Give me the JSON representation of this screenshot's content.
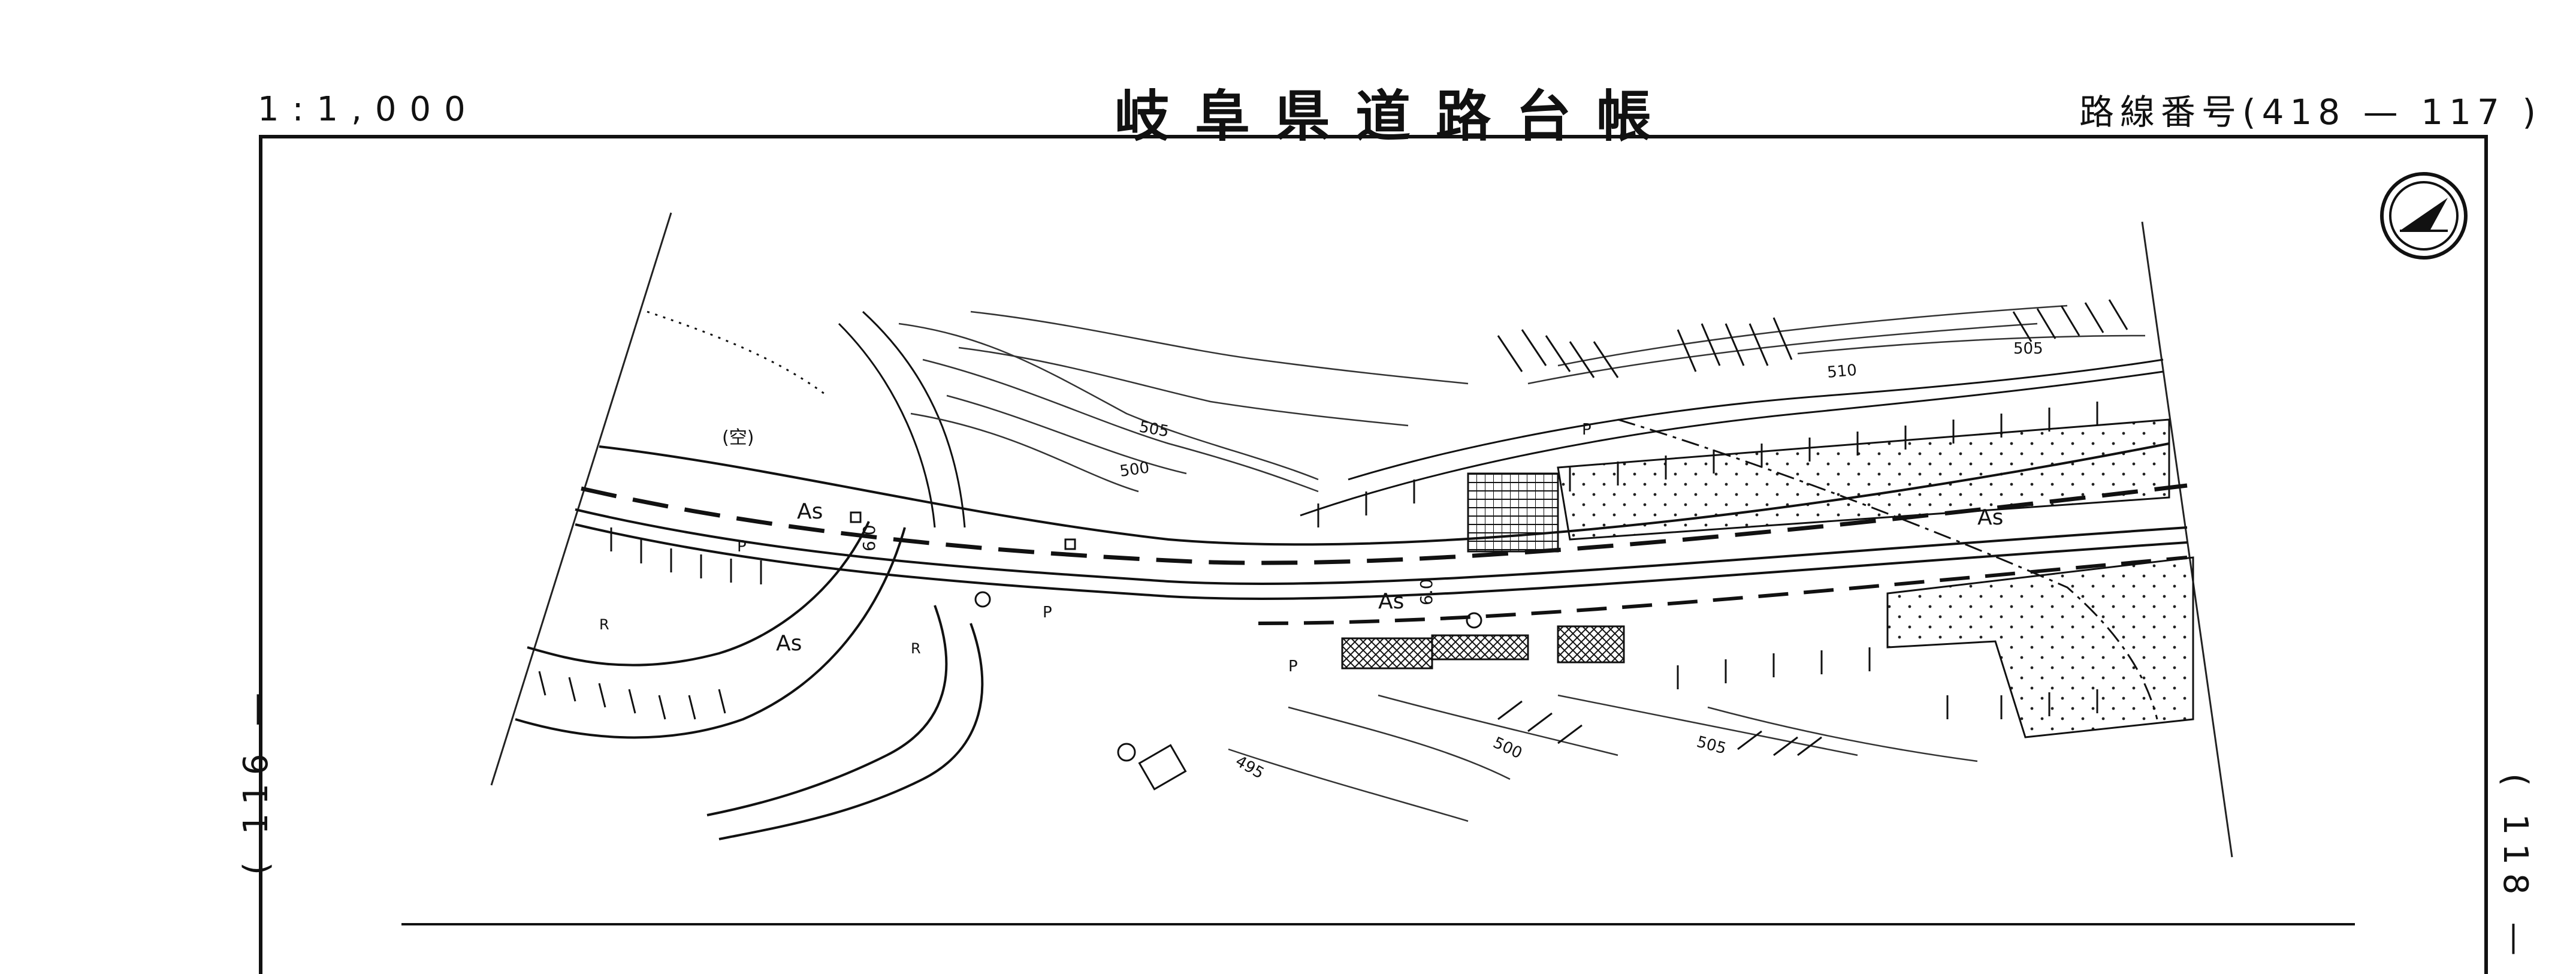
{
  "header": {
    "scale": "1:1,000",
    "title": "岐阜県道路台帳",
    "route_number": "路線番号(418 — 117 )"
  },
  "adjacent_sheets": {
    "left": "( 116 —",
    "right": "( 118 —"
  },
  "map": {
    "north_arrow_icon": "north-arrow-icon",
    "labels": {
      "asphalt": "As",
      "vacant": "(空)",
      "pole": "P",
      "retaining": "R",
      "road_width": "6.0",
      "contour_495": "495",
      "contour_500": "500",
      "contour_505": "505",
      "contour_510": "510"
    }
  }
}
